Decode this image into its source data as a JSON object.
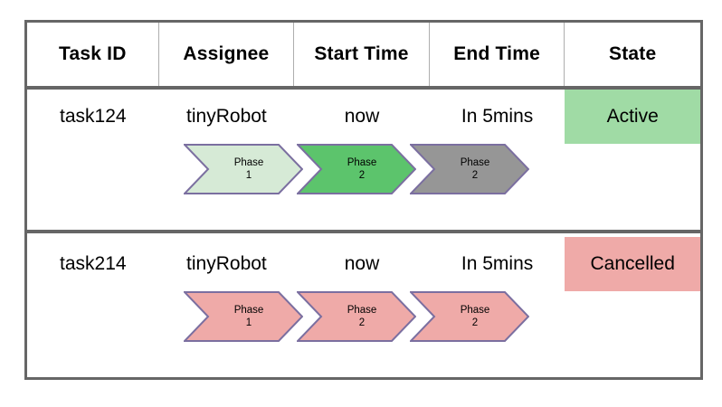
{
  "table": {
    "columns": [
      {
        "key": "task_id",
        "label": "Task ID"
      },
      {
        "key": "assignee",
        "label": "Assignee"
      },
      {
        "key": "start_time",
        "label": "Start Time"
      },
      {
        "key": "end_time",
        "label": "End Time"
      },
      {
        "key": "state",
        "label": "State"
      }
    ],
    "rows": [
      {
        "task_id": "task124",
        "assignee": "tinyRobot",
        "start_time": "now",
        "end_time": "In 5mins",
        "state": "Active",
        "state_color": "#a0dba5",
        "phases": [
          {
            "line1": "Phase",
            "line2": "1",
            "fill": "#d6ead6",
            "stroke": "#7b6fa0"
          },
          {
            "line1": "Phase",
            "line2": "2",
            "fill": "#5cc46c",
            "stroke": "#7b6fa0"
          },
          {
            "line1": "Phase",
            "line2": "2",
            "fill": "#969696",
            "stroke": "#7b6fa0"
          }
        ]
      },
      {
        "task_id": "task214",
        "assignee": "tinyRobot",
        "start_time": "now",
        "end_time": "In 5mins",
        "state": "Cancelled",
        "state_color": "#efaaa8",
        "phases": [
          {
            "line1": "Phase",
            "line2": "1",
            "fill": "#efaaa8",
            "stroke": "#7b6fa0"
          },
          {
            "line1": "Phase",
            "line2": "2",
            "fill": "#efaaa8",
            "stroke": "#7b6fa0"
          },
          {
            "line1": "Phase",
            "line2": "2",
            "fill": "#efaaa8",
            "stroke": "#7b6fa0"
          }
        ]
      }
    ]
  },
  "style": {
    "border_color": "#666666",
    "grid_color": "#aeaeae",
    "background": "#ffffff"
  }
}
